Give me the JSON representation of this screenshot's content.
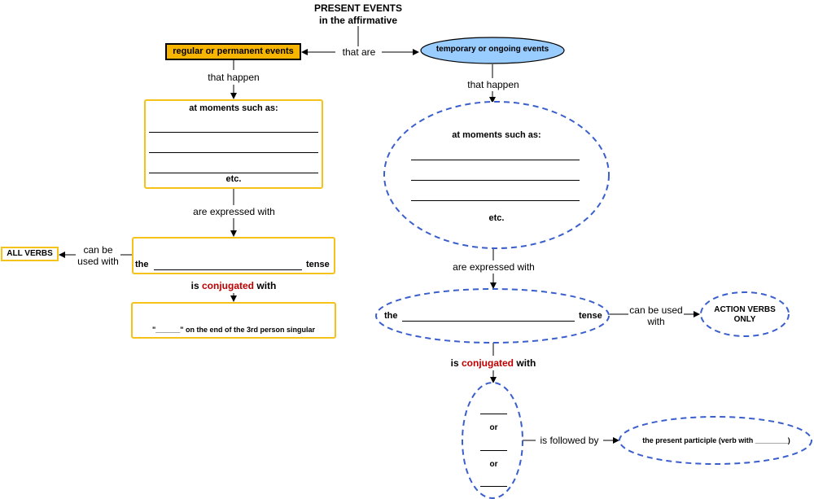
{
  "title": {
    "line1": "PRESENT EVENTS",
    "line2": "in the affirmative"
  },
  "connector_that_are": "that are",
  "left": {
    "node_regular": "regular or permanent events",
    "link_that_happen": "that happen",
    "moments_header": "at moments such as:",
    "moments_etc": "etc.",
    "link_expressed": "are expressed with",
    "tense_prefix": "the",
    "tense_suffix": "tense",
    "link_can_be_used": "can be used with",
    "all_verbs": "ALL VERBS",
    "conj_is": "is",
    "conj_word": "conjugated",
    "conj_with": "with",
    "ending_text": "\"______\" on the end of the 3rd person singular"
  },
  "right": {
    "node_temporary": "temporary or ongoing events",
    "link_that_happen": "that happen",
    "moments_header": "at moments such as:",
    "moments_etc": "etc.",
    "link_expressed": "are expressed with",
    "tense_prefix": "the",
    "tense_suffix": "tense",
    "link_can_be_used": "can be used with",
    "action_verbs": "ACTION VERBS ONLY",
    "conj_is": "is",
    "conj_word": "conjugated",
    "conj_with": "with",
    "or1": "or",
    "or2": "or",
    "link_followed": "is followed by",
    "participle_text": "the present participle (verb with ________)"
  },
  "colors": {
    "yellow_border": "#f5c21a",
    "orange_fill": "#f7b500",
    "blue_fill": "#99ccff",
    "blue_dash": "#3a5fcd",
    "conjugated_red": "#c00000"
  }
}
